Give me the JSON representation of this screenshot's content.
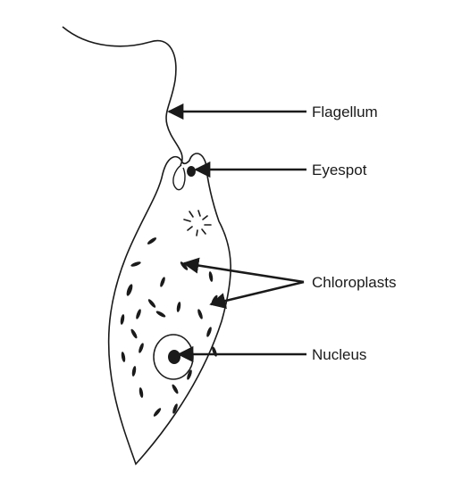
{
  "labels": {
    "flagellum": "Flagellum",
    "eyespot": "Eyespot",
    "chloroplasts": "Chloroplasts",
    "nucleus": "Nucleus"
  },
  "colors": {
    "ink": "#1a1a1a",
    "background": "#ffffff"
  }
}
